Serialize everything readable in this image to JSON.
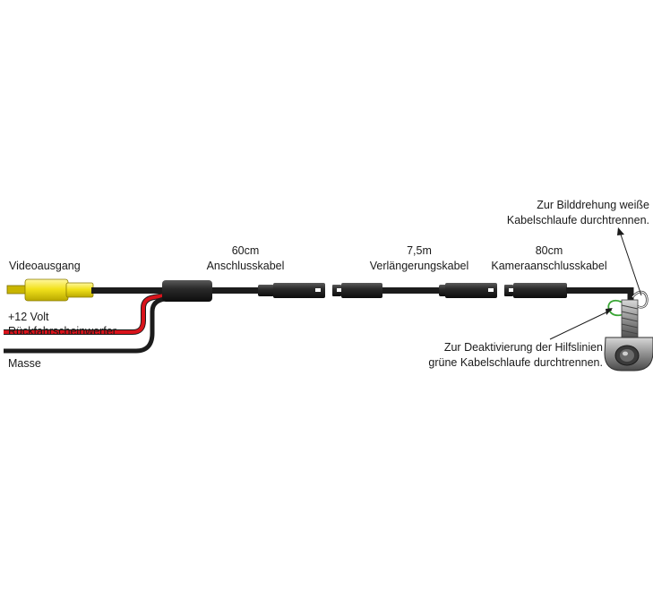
{
  "labels": {
    "video_out": "Videoausgang",
    "plus12": "+12 Volt",
    "reverse_light": "Rückfahrscheinwerfer",
    "ground": "Masse",
    "cable1_len": "60cm",
    "cable1_name": "Anschlusskabel",
    "cable2_len": "7,5m",
    "cable2_name": "Verlängerungskabel",
    "cable3_len": "80cm",
    "cable3_name": "Kameraanschlusskabel",
    "note_rotate_1": "Zur Bilddrehung weiße",
    "note_rotate_2": "Kabelschlaufe durchtrennen.",
    "note_lines_1": "Zur Deaktivierung der Hilfslinien",
    "note_lines_2": "grüne Kabelschlaufe durchtrennen."
  },
  "colors": {
    "cable": "#1c1c1c",
    "rca_plug": "#f2e21b",
    "red_wire": "#d9131b",
    "camera_body": "#8a8a8a",
    "green_loop": "#3aa635",
    "white_loop": "#ffffff"
  }
}
